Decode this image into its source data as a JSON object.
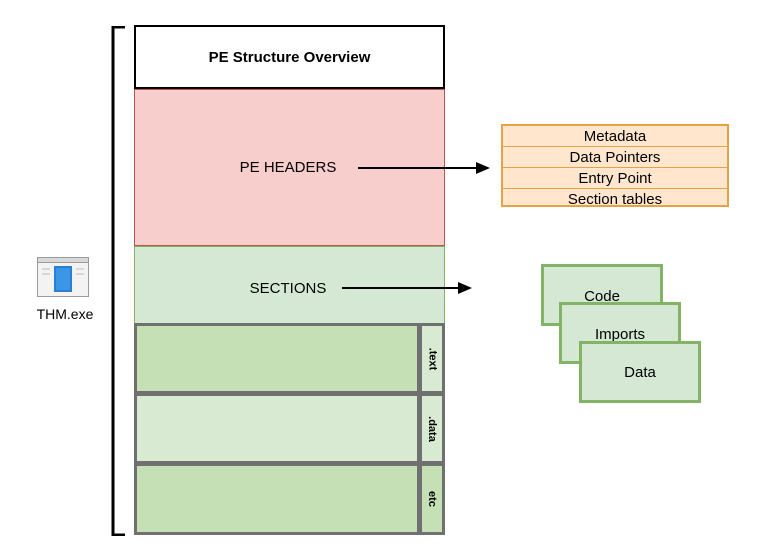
{
  "file": {
    "label": "THM.exe",
    "icon": "executable-file-icon"
  },
  "structure": {
    "title": "PE Structure Overview",
    "headers_label": "PE HEADERS",
    "sections_label": "SECTIONS",
    "sections": [
      {
        "name": ".text"
      },
      {
        "name": ".data"
      },
      {
        "name": "etc"
      }
    ]
  },
  "headers_contents": [
    "Metadata",
    "Data Pointers",
    "Entry Point",
    "Section tables"
  ],
  "section_types": [
    "Code",
    "Imports",
    "Data"
  ],
  "colors": {
    "headers_fill": "#f8cecc",
    "sections_fill": "#d5e8d4",
    "section_row_dark": "#c5e0b4",
    "section_row_light": "#d9ead3",
    "table_fill": "#ffe6cc",
    "table_border": "#e6a244",
    "card_border": "#82b366"
  }
}
